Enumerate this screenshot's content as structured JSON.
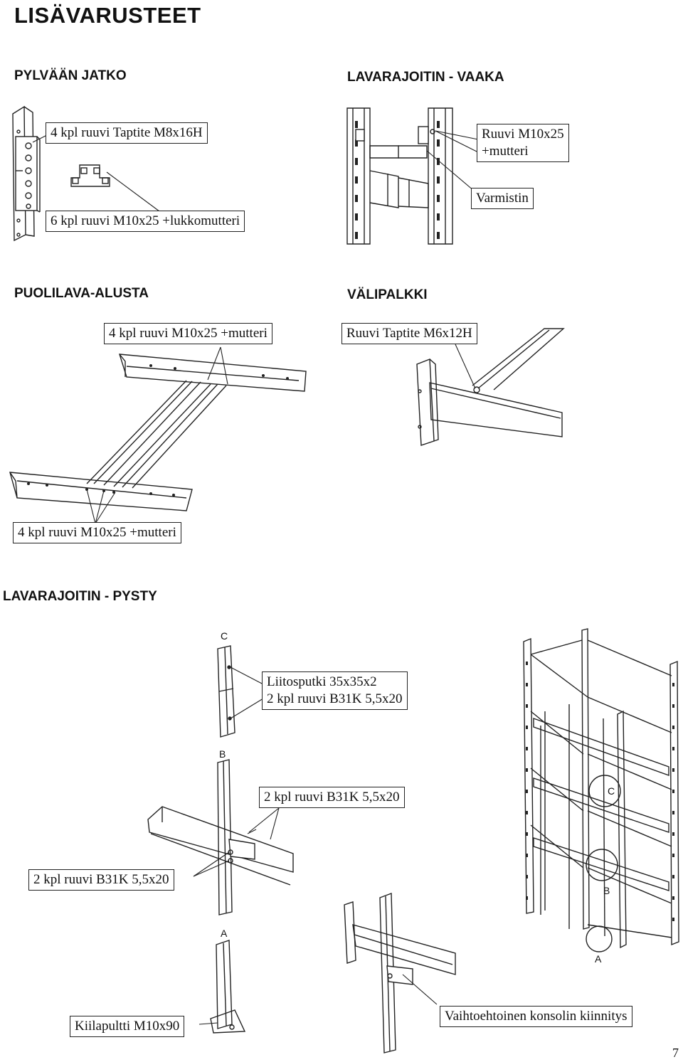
{
  "title": "LISÄVARUSTEET",
  "sections": {
    "pylvaan_jatko": {
      "heading": "PYLVÄÄN JATKO",
      "label_1": "4 kpl ruuvi Taptite M8x16H",
      "label_2": "6 kpl ruuvi M10x25 +lukkomutteri"
    },
    "lavarajoitin_vaaka": {
      "heading": "LAVARAJOITIN - VAAKA",
      "label_1_line1": "Ruuvi M10x25",
      "label_1_line2": "+mutteri",
      "label_2": "Varmistin"
    },
    "puolilava_alusta": {
      "heading": "PUOLILAVA-ALUSTA",
      "label_top": "4 kpl ruuvi M10x25 +mutteri",
      "label_bottom": "4 kpl ruuvi M10x25 +mutteri"
    },
    "valipalkki": {
      "heading": "VÄLIPALKKI",
      "label_1": "Ruuvi Taptite M6x12H"
    },
    "lavarajoitin_pysty": {
      "heading": "LAVARAJOITIN - PYSTY",
      "detail_c": "C",
      "detail_b": "B",
      "detail_a": "A",
      "liitosputki_line1": "Liitosputki 35x35x2",
      "liitosputki_line2": "2 kpl ruuvi B31K 5,5x20",
      "label_b1": "2 kpl ruuvi B31K 5,5x20",
      "label_b2": "2 kpl ruuvi B31K 5,5x20",
      "label_a": "Kiilapultti M10x90",
      "label_alt": "Vaihtoehtoinen konsolin kiinnitys",
      "rack_c": "C",
      "rack_b": "B",
      "rack_a": "A"
    }
  },
  "page_number": "7"
}
